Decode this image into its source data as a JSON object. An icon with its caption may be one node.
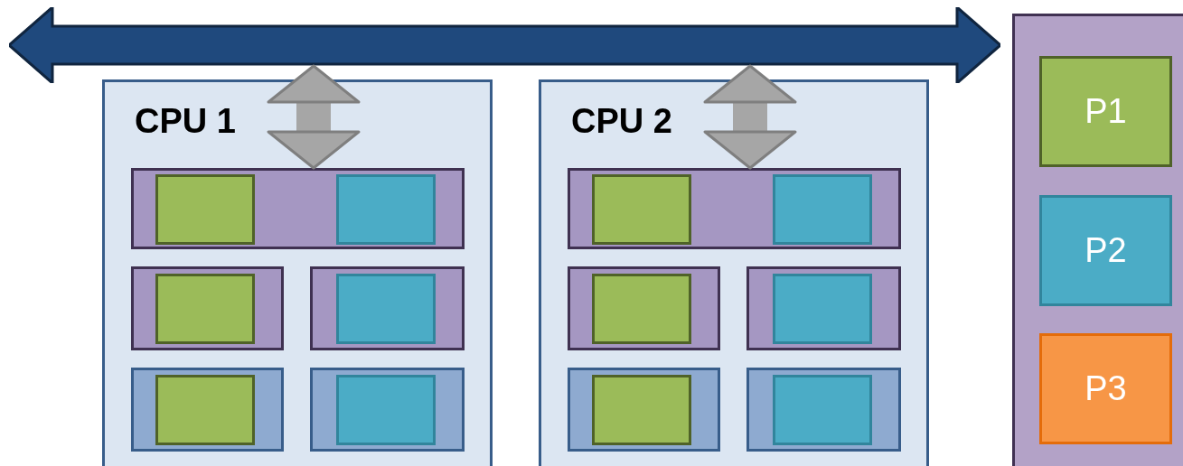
{
  "diagram": {
    "nodes": [
      {
        "text": [],
        "shape": "bar"
      },
      {
        "text": [
          "CPU 1"
        ]
      },
      {
        "text": [],
        "shape": "box",
        "in": 1
      },
      {
        "text": [],
        "shape": "box",
        "in": 2
      },
      {
        "text": [],
        "shape": "box",
        "in": 2
      },
      {
        "text": [],
        "shape": "box",
        "in": 1
      },
      {
        "text": [],
        "shape": "box",
        "in": 5
      },
      {
        "text": [],
        "shape": "box",
        "in": 1
      },
      {
        "text": [],
        "shape": "box",
        "in": 7
      },
      {
        "text": [],
        "shape": "box",
        "in": 1
      },
      {
        "text": [],
        "shape": "box",
        "in": 9
      },
      {
        "text": [],
        "shape": "box",
        "in": 1
      },
      {
        "text": [],
        "shape": "box",
        "in": 11
      },
      {
        "text": [
          "CPU 2"
        ]
      },
      {
        "text": [],
        "shape": "box",
        "in": 13
      },
      {
        "text": [],
        "shape": "box",
        "in": 14
      },
      {
        "text": [],
        "shape": "box",
        "in": 14
      },
      {
        "text": [],
        "shape": "box",
        "in": 13
      },
      {
        "text": [],
        "shape": "box",
        "in": 17
      },
      {
        "text": [],
        "shape": "box",
        "in": 13
      },
      {
        "text": [],
        "shape": "box",
        "in": 19
      },
      {
        "text": [],
        "shape": "box",
        "in": 13
      },
      {
        "text": [],
        "shape": "box",
        "in": 21
      },
      {
        "text": [],
        "shape": "box",
        "in": 13
      },
      {
        "text": [],
        "shape": "box",
        "in": 23
      },
      {
        "text": [],
        "shape": "box"
      },
      {
        "text": [
          "P1"
        ],
        "in": 25
      },
      {
        "text": [
          "P2"
        ],
        "in": 25
      },
      {
        "text": [
          "P3"
        ],
        "in": 25
      }
    ],
    "edges": [
      {
        "from": 0,
        "to": 2,
        "arrow": "both"
      },
      {
        "from": 0,
        "to": 14,
        "arrow": "both"
      }
    ]
  }
}
